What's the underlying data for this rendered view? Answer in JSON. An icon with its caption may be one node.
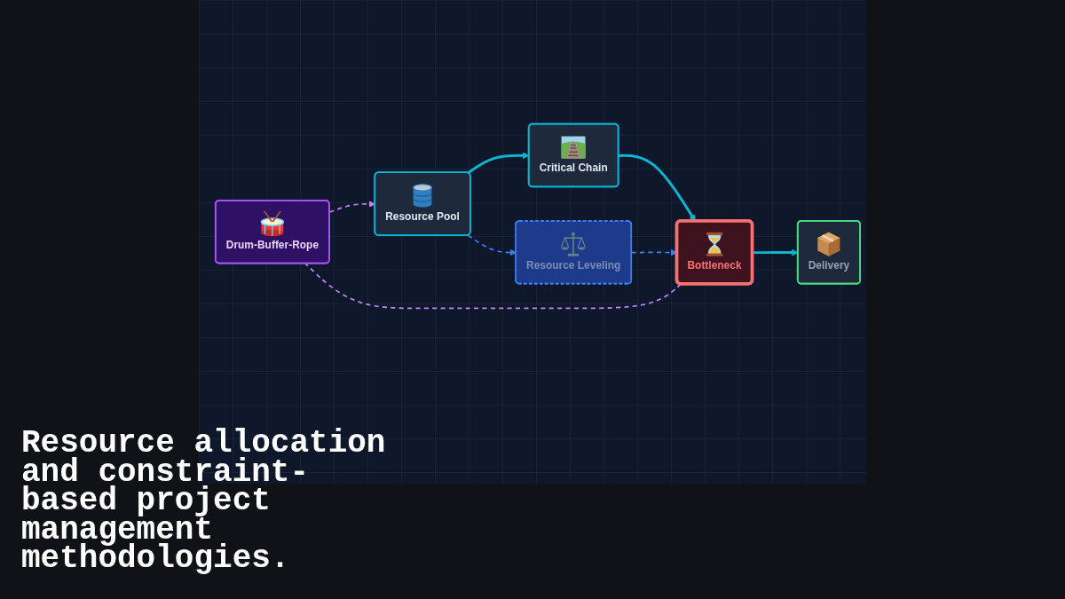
{
  "diagram": {
    "title": "Resource allocation and constraint-based project management methodologies.",
    "nodes": [
      {
        "text": [
          "Drum-Buffer-Rope"
        ]
      },
      {
        "text": [
          "Resource Pool"
        ]
      },
      {
        "text": [
          "Critical Chain"
        ]
      },
      {
        "text": [
          "Bottleneck"
        ]
      },
      {
        "text": [
          "Delivery"
        ]
      },
      {
        "text": [
          "Resource Leveling"
        ]
      }
    ],
    "edges": [
      {
        "from": 1,
        "to": 2,
        "arrow": "to"
      },
      {
        "from": 2,
        "to": 3,
        "arrow": "to"
      },
      {
        "from": 3,
        "to": 4,
        "arrow": "to"
      },
      {
        "from": 3,
        "to": 0,
        "arrow": "none",
        "style": "dashed",
        "color": "#c084fc"
      },
      {
        "from": 0,
        "to": 1,
        "arrow": "to",
        "style": "dashed",
        "color": "#c084fc"
      },
      {
        "from": 1,
        "to": 5,
        "arrow": "to",
        "style": "dashed",
        "color": "#3b82f6"
      },
      {
        "from": 5,
        "to": 3,
        "arrow": "to",
        "style": "dashed",
        "color": "#3b82f6"
      }
    ]
  }
}
